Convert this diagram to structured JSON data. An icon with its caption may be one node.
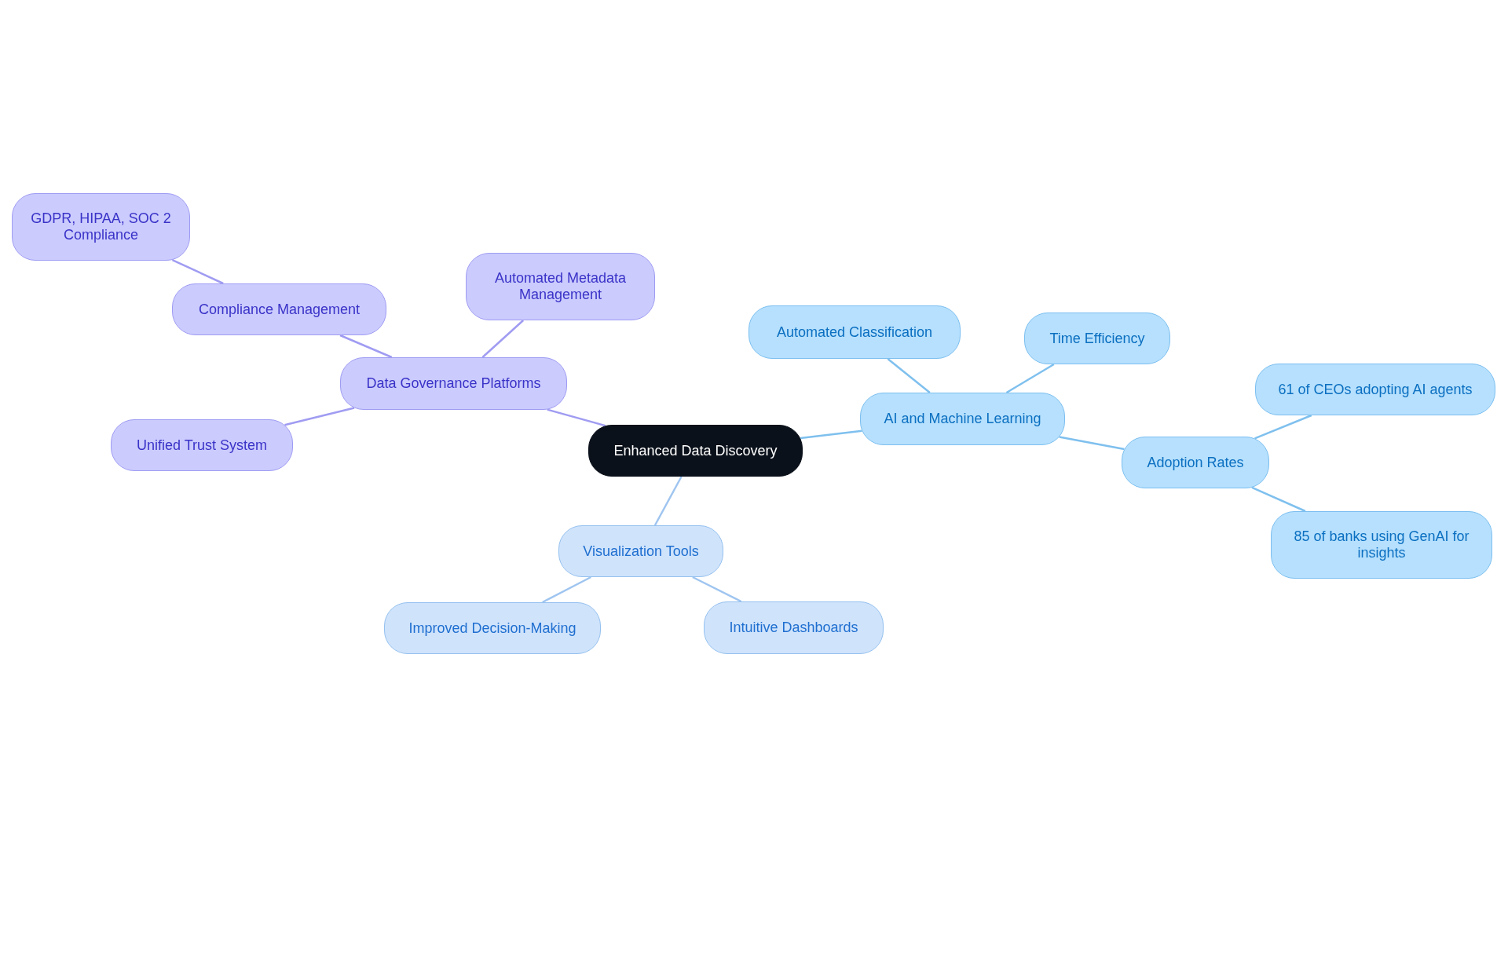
{
  "diagram": {
    "nodes": [
      {
        "text": [
          "Enhanced Data Discovery"
        ]
      },
      {
        "text": [
          "Data Governance Platforms"
        ]
      },
      {
        "text": [
          "Compliance Management"
        ]
      },
      {
        "text": [
          "GDPR, HIPAA, SOC 2 Compliance"
        ]
      },
      {
        "text": [
          "Automated Metadata Management"
        ]
      },
      {
        "text": [
          "Unified Trust System"
        ]
      },
      {
        "text": [
          "AI and Machine Learning"
        ]
      },
      {
        "text": [
          "Automated Classification"
        ]
      },
      {
        "text": [
          "Time Efficiency"
        ]
      },
      {
        "text": [
          "Adoption Rates"
        ]
      },
      {
        "text": [
          "61 of CEOs adopting AI agents"
        ]
      },
      {
        "text": [
          "85 of banks using GenAI for insights"
        ]
      },
      {
        "text": [
          "Visualization Tools"
        ]
      },
      {
        "text": [
          "Improved Decision-Making"
        ]
      },
      {
        "text": [
          "Intuitive Dashboards"
        ]
      }
    ],
    "edges": [
      {
        "from": 0,
        "to": 1,
        "arrow": "none",
        "color": "#a09cf2"
      },
      {
        "from": 1,
        "to": 2,
        "arrow": "none",
        "color": "#a09cf2"
      },
      {
        "from": 2,
        "to": 3,
        "arrow": "none",
        "color": "#a09cf2"
      },
      {
        "from": 1,
        "to": 4,
        "arrow": "none",
        "color": "#a09cf2"
      },
      {
        "from": 1,
        "to": 5,
        "arrow": "none",
        "color": "#a09cf2"
      },
      {
        "from": 0,
        "to": 6,
        "arrow": "none"
      },
      {
        "from": 6,
        "to": 7,
        "arrow": "none"
      },
      {
        "from": 6,
        "to": 8,
        "arrow": "none"
      },
      {
        "from": 6,
        "to": 9,
        "arrow": "none"
      },
      {
        "from": 9,
        "to": 10,
        "arrow": "none"
      },
      {
        "from": 9,
        "to": 11,
        "arrow": "none"
      },
      {
        "from": 0,
        "to": 12,
        "arrow": "none",
        "color": "#9fc5f0"
      },
      {
        "from": 12,
        "to": 13,
        "arrow": "none",
        "color": "#9fc5f0"
      },
      {
        "from": 12,
        "to": 14,
        "arrow": "none",
        "color": "#9fc5f0"
      }
    ]
  }
}
